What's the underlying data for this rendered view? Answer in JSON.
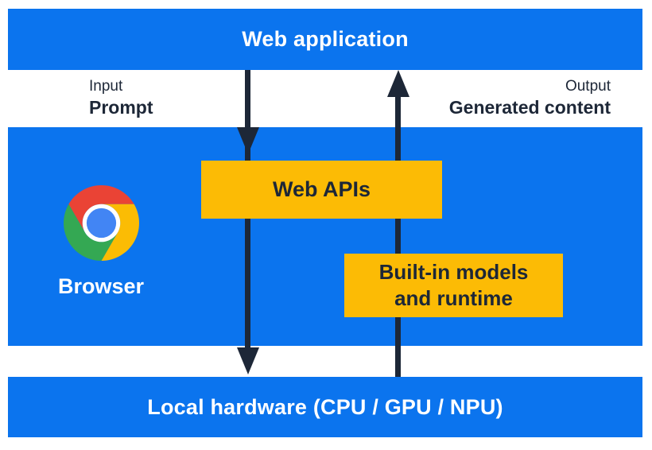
{
  "colors": {
    "section_blue": "#0b74ee",
    "box_yellow": "#fcbb05",
    "ink_navy": "#1d2737",
    "text_white": "#ffffff",
    "chrome_red": "#ea4335",
    "chrome_yellow": "#fbbc04",
    "chrome_green": "#34a853",
    "chrome_blue": "#4285f4"
  },
  "web_application_bar": {
    "label": "Web application"
  },
  "io": {
    "input_kind": "Input",
    "input_value": "Prompt",
    "output_kind": "Output",
    "output_value": "Generated content"
  },
  "browser": {
    "label": "Browser",
    "icon": "chrome-logo-icon"
  },
  "boxes": {
    "web_apis": "Web APIs",
    "built_in_models": "Built-in models\nand runtime"
  },
  "local_hardware_bar": {
    "label": "Local hardware (CPU / GPU / NPU)"
  }
}
